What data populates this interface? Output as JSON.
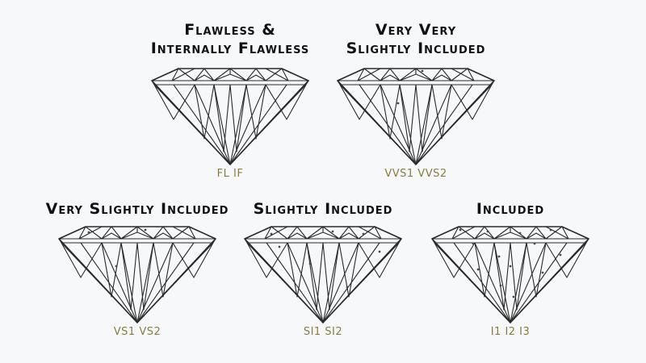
{
  "grades": [
    {
      "id": "fl-if",
      "title_lines": [
        "Flawless &",
        "Internally Flawless"
      ],
      "code": "FL IF",
      "inclusion_level": 0
    },
    {
      "id": "vvs",
      "title_lines": [
        "Very Very",
        "Slightly Included"
      ],
      "code": "VVS1 VVS2",
      "inclusion_level": 1
    },
    {
      "id": "vs",
      "title_lines": [
        "Very Slightly Included"
      ],
      "code": "VS1 VS2",
      "inclusion_level": 2
    },
    {
      "id": "si",
      "title_lines": [
        "Slightly Included"
      ],
      "code": "SI1 SI2",
      "inclusion_level": 3
    },
    {
      "id": "i",
      "title_lines": [
        "Included"
      ],
      "code": "I1 I2 I3",
      "inclusion_level": 4
    }
  ],
  "colors": {
    "background": "#f7f8fa",
    "title": "#111111",
    "code": "#8a7d3c",
    "line": "#2a2a2a"
  },
  "icons": [
    "diamond-icon"
  ]
}
